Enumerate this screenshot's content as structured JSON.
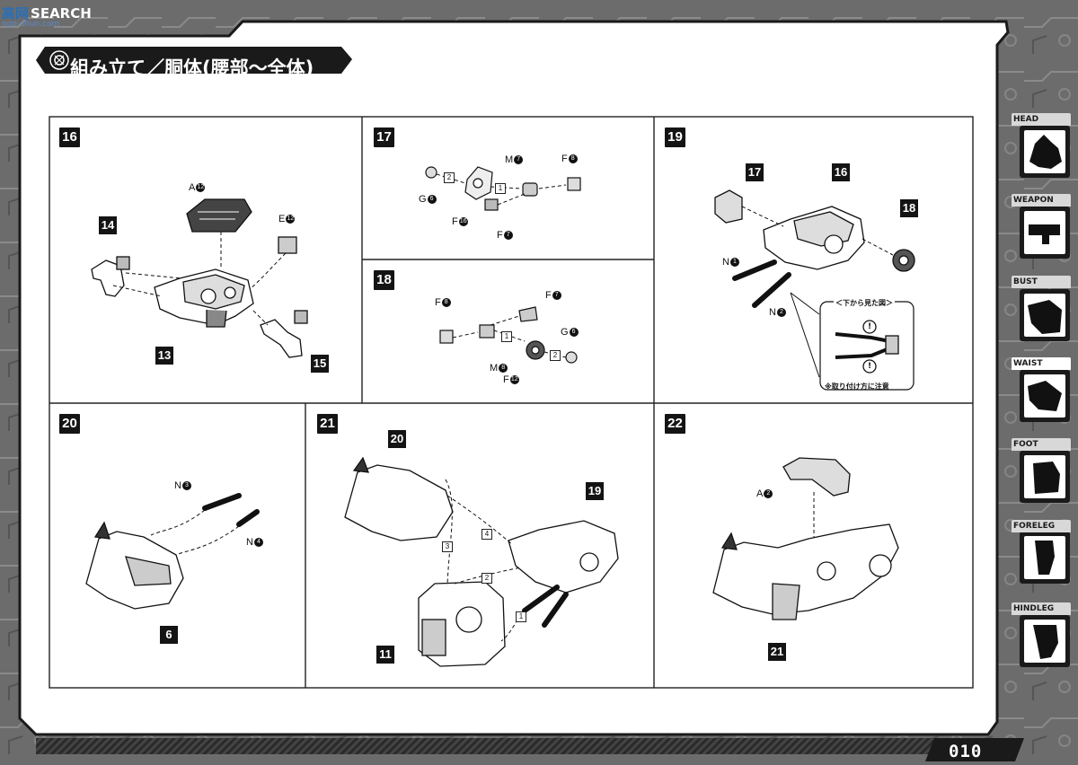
{
  "header": {
    "logo_main": "SEARCH",
    "logo_prefix": "高网",
    "logo_sub": "ngo-shun.com",
    "title": "組み立て／胴体(腰部～全体)"
  },
  "sidebar": {
    "tabs": [
      {
        "label": "HEAD"
      },
      {
        "label": "WEAPON"
      },
      {
        "label": "BUST"
      },
      {
        "label": "WAIST"
      },
      {
        "label": "FOOT"
      },
      {
        "label": "FORELEG"
      },
      {
        "label": "HINDLEG"
      }
    ],
    "active": "WAIST"
  },
  "steps": {
    "s16": {
      "number": "16",
      "labels": {
        "a": "A",
        "a_n": "12",
        "e": "E",
        "e_n": "12"
      },
      "callouts": [
        "14",
        "13",
        "15"
      ]
    },
    "s17": {
      "number": "17",
      "labels": {
        "m": "M",
        "m_n": "7",
        "f8": "F",
        "f8_n": "8",
        "g": "G",
        "g_n": "6",
        "f16": "F",
        "f16_n": "16",
        "f7": "F",
        "f7_n": "7"
      },
      "order": [
        "2",
        "1"
      ]
    },
    "s18": {
      "number": "18",
      "labels": {
        "f8": "F",
        "f8_n": "8",
        "f7": "F",
        "f7_n": "7",
        "g": "G",
        "g_n": "6",
        "m": "M",
        "m_n": "8",
        "f12": "F",
        "f12_n": "12"
      },
      "order": [
        "1",
        "2"
      ]
    },
    "s19": {
      "number": "19",
      "callouts": [
        "17",
        "16",
        "18"
      ],
      "labels": {
        "n1": "N",
        "n1_n": "1",
        "n2": "N",
        "n2_n": "2"
      },
      "detail_title": "＜下から見た図＞",
      "detail_note": "※取り付け方に注意",
      "detail_mark": "!"
    },
    "s20": {
      "number": "20",
      "labels": {
        "n3": "N",
        "n3_n": "3",
        "n4": "N",
        "n4_n": "4"
      },
      "callouts": [
        "6"
      ]
    },
    "s21": {
      "number": "21",
      "callouts": [
        "20",
        "19",
        "11"
      ],
      "order": [
        "4",
        "3",
        "2",
        "1"
      ]
    },
    "s22": {
      "number": "22",
      "labels": {
        "a": "A",
        "a_n": "2"
      },
      "callouts": [
        "21"
      ]
    }
  },
  "footer": {
    "page_number": "010"
  }
}
